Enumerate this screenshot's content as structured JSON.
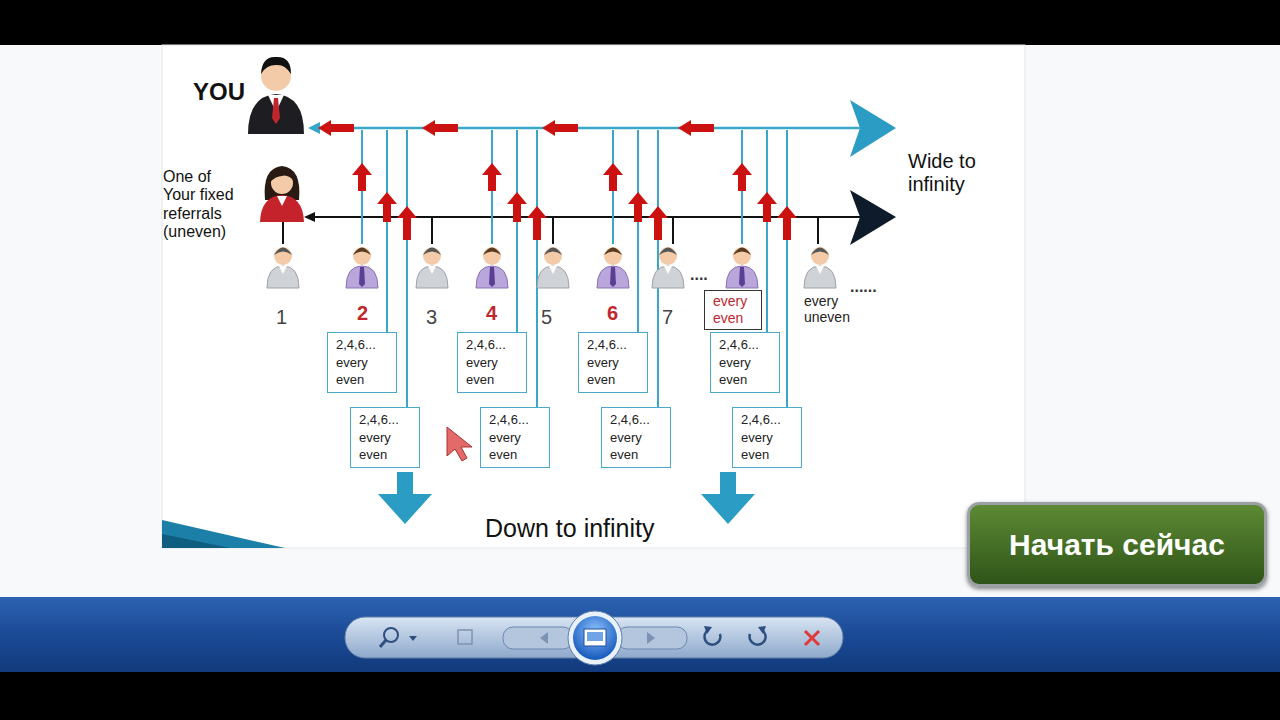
{
  "diagram": {
    "nodes": [
      {
        "text": [
          "every even"
        ]
      },
      {
        "text": [
          "2,4,6... every even"
        ]
      },
      {
        "text": [
          "2,4,6... every even"
        ]
      },
      {
        "text": [
          "2,4,6... every even"
        ]
      },
      {
        "text": [
          "2,4,6... every even"
        ]
      },
      {
        "text": [
          "2,4,6... every even"
        ]
      },
      {
        "text": [
          "2,4,6... every even"
        ]
      },
      {
        "text": [
          "2,4,6... every even"
        ]
      },
      {
        "text": [
          "2,4,6... every even"
        ]
      },
      {
        "text": [
          "Начать сейчас"
        ]
      }
    ],
    "labels": [
      "YOU",
      "One of Your fixed referrals (uneven)",
      "Wide to infinity",
      "....",
      "every uneven",
      "......",
      "1",
      "2",
      "3",
      "4",
      "5",
      "6",
      "7",
      "Down to infinity"
    ]
  }
}
